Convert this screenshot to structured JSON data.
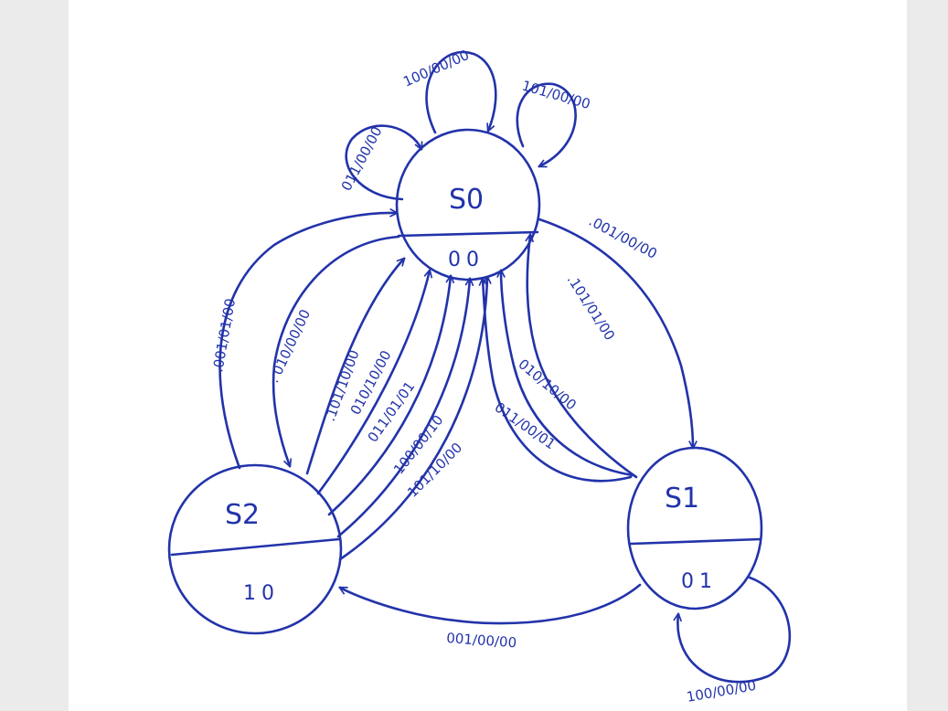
{
  "colors": {
    "ink": "#2233aa",
    "paper": "#ffffff",
    "margin": "#ebebeb"
  },
  "states": {
    "s0": {
      "name": "S0",
      "output": "00"
    },
    "s1": {
      "name": "S1",
      "output": "01"
    },
    "s2": {
      "name": "S2",
      "output": "10"
    }
  },
  "transitions": {
    "s0_self_011": "011/00/00",
    "s0_self_100": "100/00/00",
    "s0_self_101": "101/00/00",
    "s0_s2_001": ".001/01/00",
    "s0_s2_010": ". 010/00/00",
    "s2_s0_101": ".101/10/00",
    "s2_s0_010": "010/10/00",
    "s2_s0_011": "011/01/01",
    "s2_s0_100": "100/00/10",
    "s2_s0_101b": "101/10/00",
    "s0_s1_001": ".001/00/00",
    "s1_s0_101": ".101/01/00",
    "s1_s0_010": "010/10/00",
    "s1_s0_011": "011/00/01",
    "s1_s2_001": "001/00/00",
    "s1_self_100": "100/00/00"
  }
}
